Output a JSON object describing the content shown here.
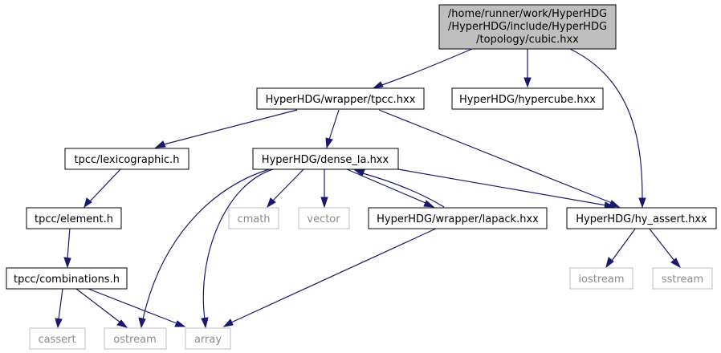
{
  "colors": {
    "edge": "#191970",
    "root_fill": "#bfbfbf",
    "file_border": "#000000",
    "system_border": "#bfbfbf",
    "system_text": "#8c8c8c"
  },
  "nodes": {
    "root": {
      "lines": [
        "/home/runner/work/HyperHDG",
        "/HyperHDG/include/HyperHDG",
        "/topology/cubic.hxx"
      ]
    },
    "tpcc_wrapper": {
      "label": "HyperHDG/wrapper/tpcc.hxx"
    },
    "hypercube": {
      "label": "HyperHDG/hypercube.hxx"
    },
    "lexicographic": {
      "label": "tpcc/lexicographic.h"
    },
    "dense_la": {
      "label": "HyperHDG/dense_la.hxx"
    },
    "element": {
      "label": "tpcc/element.h"
    },
    "cmath": {
      "label": "cmath"
    },
    "vector": {
      "label": "vector"
    },
    "lapack": {
      "label": "HyperHDG/wrapper/lapack.hxx"
    },
    "hy_assert": {
      "label": "HyperHDG/hy_assert.hxx"
    },
    "combinations": {
      "label": "tpcc/combinations.h"
    },
    "iostream": {
      "label": "iostream"
    },
    "sstream": {
      "label": "sstream"
    },
    "cassert": {
      "label": "cassert"
    },
    "ostream": {
      "label": "ostream"
    },
    "array": {
      "label": "array"
    }
  }
}
